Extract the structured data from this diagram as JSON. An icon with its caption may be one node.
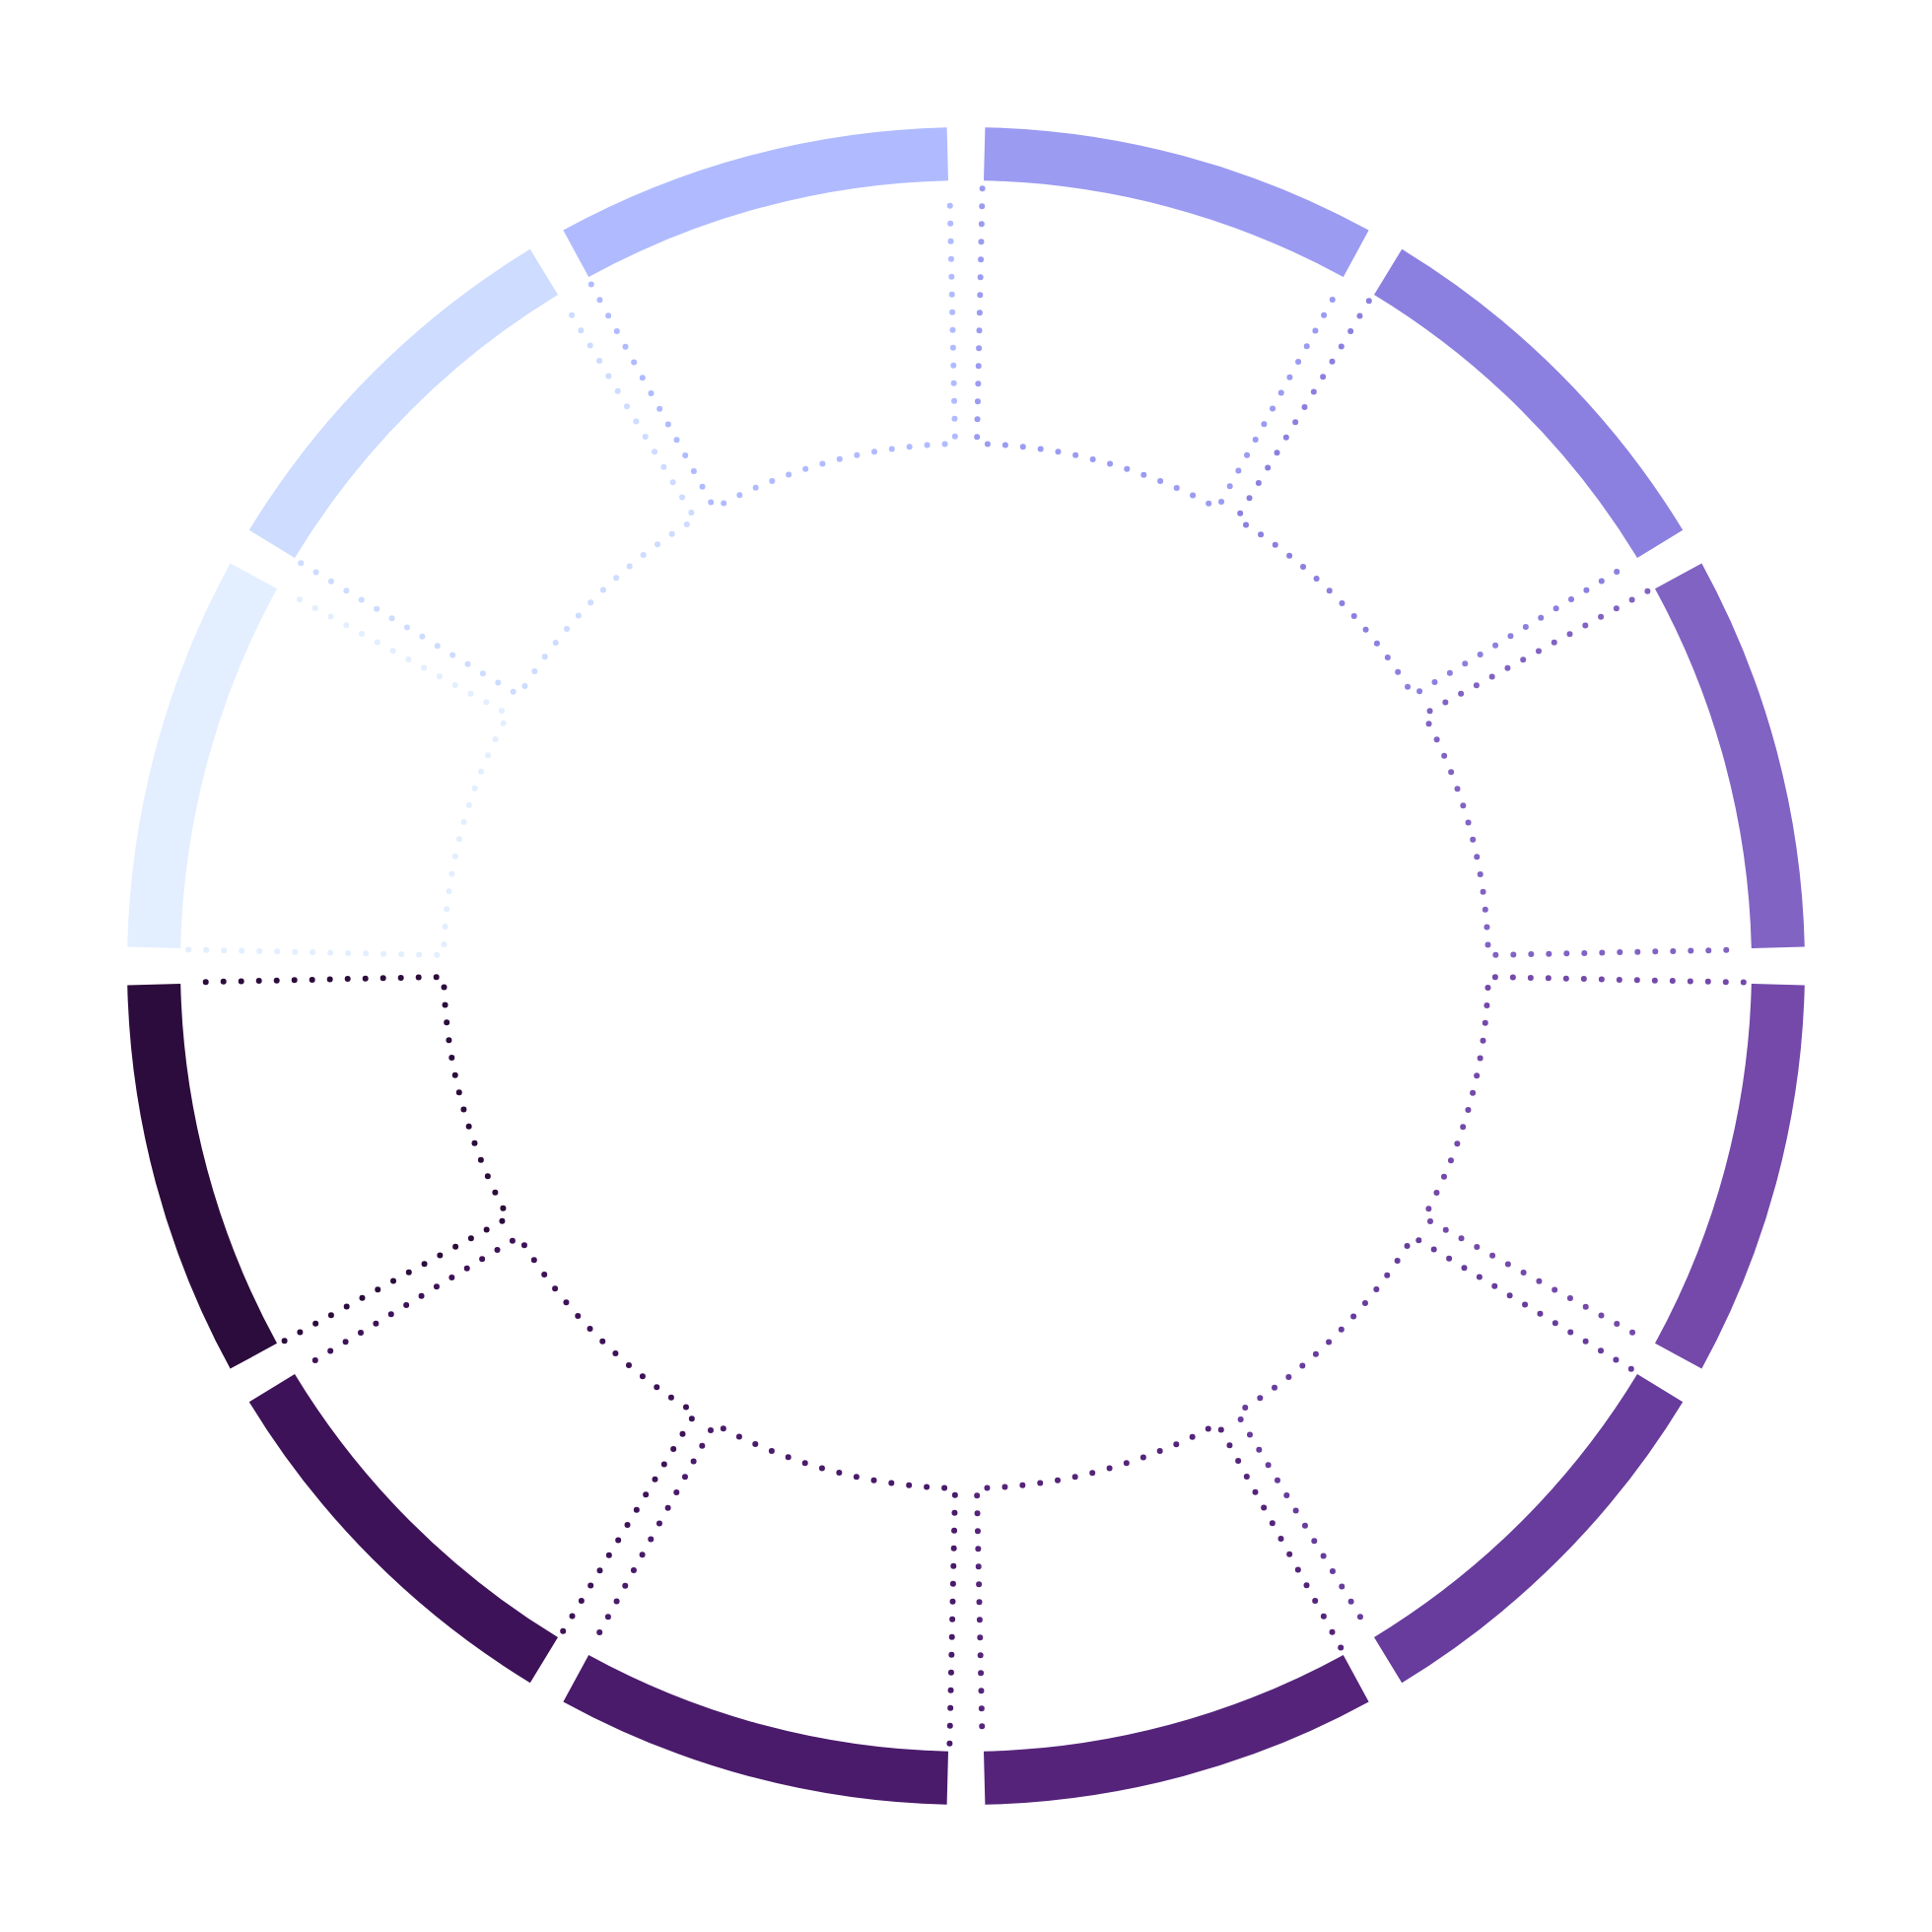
{
  "diagram": {
    "nodes": [
      {
        "text": [],
        "shape": "bar"
      },
      {
        "text": [],
        "shape": "bar"
      },
      {
        "text": [],
        "shape": "bar"
      },
      {
        "text": [],
        "shape": "bar"
      },
      {
        "text": [],
        "shape": "bar"
      },
      {
        "text": [],
        "shape": "bar"
      },
      {
        "text": [],
        "shape": "bar"
      },
      {
        "text": [],
        "shape": "bar"
      },
      {
        "text": [],
        "shape": "bar"
      },
      {
        "text": [],
        "shape": "bar"
      },
      {
        "text": [],
        "shape": "bar"
      },
      {
        "text": [],
        "shape": "bar"
      }
    ]
  }
}
